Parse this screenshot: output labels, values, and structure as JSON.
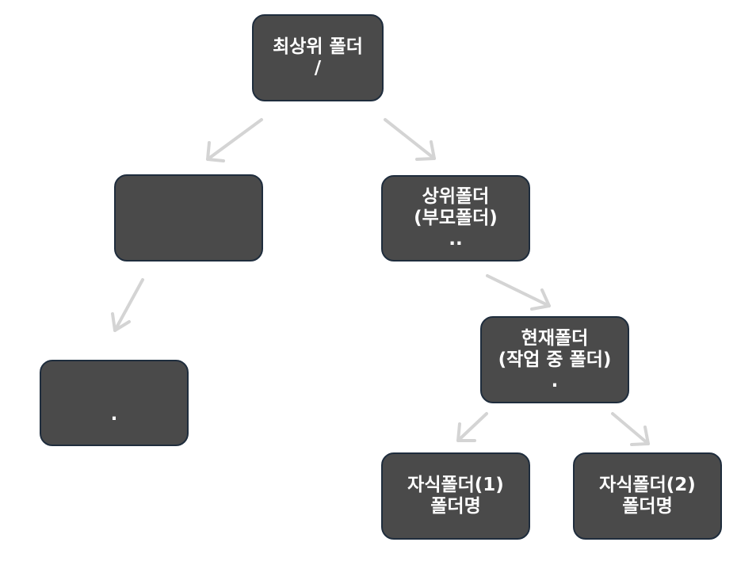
{
  "arrow_color": "#d4d4d4",
  "node_fill": "#4a4a4a",
  "node_border": "#1f2d3d",
  "nodes": {
    "root": {
      "text": "최상위 폴더\n/"
    },
    "left1": {
      "text": ""
    },
    "parent": {
      "text": "상위폴더\n(부모폴더)\n.."
    },
    "left2": {
      "text": "."
    },
    "current": {
      "text": "현재폴더\n(작업 중 폴더)\n."
    },
    "child1": {
      "text": "자식폴더(1)\n폴더명"
    },
    "child2": {
      "text": "자식폴더(2)\n폴더명"
    }
  }
}
